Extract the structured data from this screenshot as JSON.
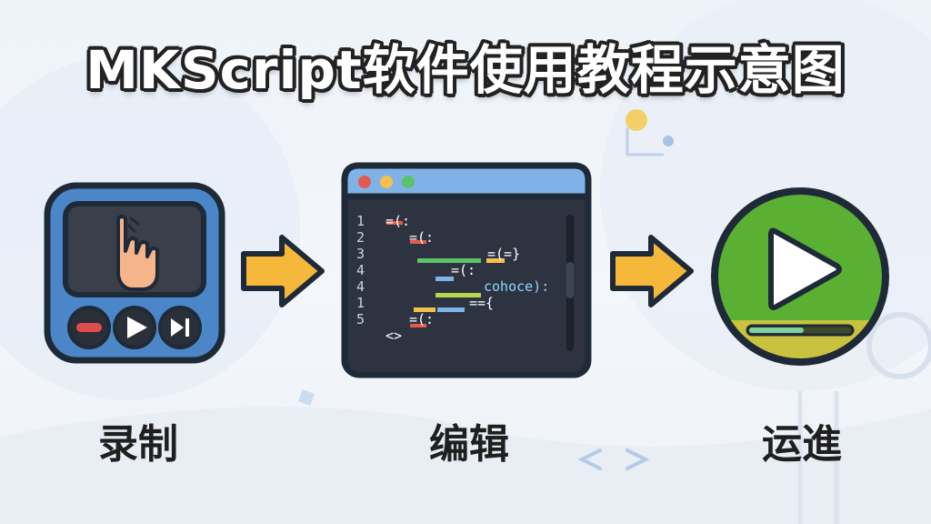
{
  "title": "MKScript软件使用教程示意图",
  "steps": [
    {
      "label": "录制",
      "icon": "recorder-pointer-icon"
    },
    {
      "label": "编辑",
      "icon": "code-editor-window-icon"
    },
    {
      "label": "运進",
      "icon": "play-icon"
    }
  ],
  "editor": {
    "line_numbers": [
      "1",
      "2",
      "3",
      "4",
      "4",
      "1",
      "5"
    ],
    "lines": [
      "=(:",
      "=(:",
      "=(=}",
      "=(:",
      "cohoce):",
      "=={",
      "=(:",
      "<>"
    ]
  },
  "colors": {
    "recorder_blue": "#4a86c8",
    "editor_bg": "#2d3340",
    "play_green": "#5ab033",
    "arrow_yellow": "#f6b83a"
  }
}
